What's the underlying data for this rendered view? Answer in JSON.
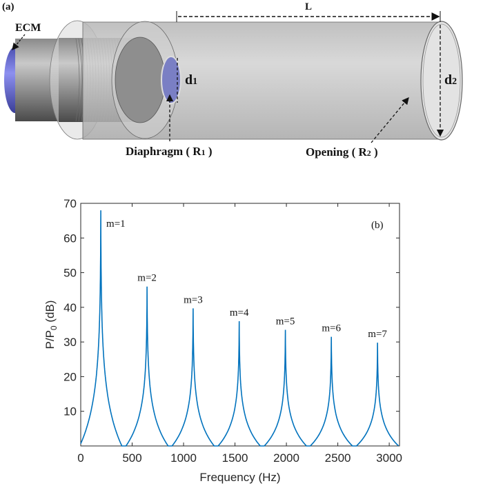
{
  "figure_a": {
    "panel_label": "(a)",
    "ecm_label": "ECM",
    "length_label": "L",
    "d1_main": "d",
    "d1_sub": "1",
    "d2_main": "d",
    "d2_sub": "2",
    "diaphragm_label": "Diaphragm ( R",
    "diaphragm_sub": "1",
    "diaphragm_close": " )",
    "opening_label": "Opening ( R",
    "opening_sub": "2",
    "opening_close": " )",
    "colors": {
      "tube": "#c4c4c4",
      "ecm": "#6b6fd8"
    }
  },
  "chart_data": {
    "type": "line",
    "panel_label": "(b)",
    "xlabel": "Frequency (Hz)",
    "ylabel": "P/P",
    "ylabel_sub": "0",
    "ylabel_unit": " (dB)",
    "xlim": [
      0,
      3100
    ],
    "ylim": [
      0,
      70
    ],
    "xticks": [
      0,
      500,
      1000,
      1500,
      2000,
      2500,
      3000
    ],
    "yticks": [
      10,
      20,
      30,
      40,
      50,
      60,
      70
    ],
    "grid": false,
    "line_color": "#0072bd",
    "series": [
      {
        "name": "P/P0",
        "peaks": [
          {
            "label": "m=1",
            "freq": 195,
            "value": 68
          },
          {
            "label": "m=2",
            "freq": 645,
            "value": 46
          },
          {
            "label": "m=3",
            "freq": 1093,
            "value": 39.7
          },
          {
            "label": "m=4",
            "freq": 1541,
            "value": 36
          },
          {
            "label": "m=5",
            "freq": 1990,
            "value": 33.5
          },
          {
            "label": "m=6",
            "freq": 2437,
            "value": 31.5
          },
          {
            "label": "m=7",
            "freq": 2886,
            "value": 29.8
          }
        ],
        "minima_value": 0
      }
    ]
  }
}
